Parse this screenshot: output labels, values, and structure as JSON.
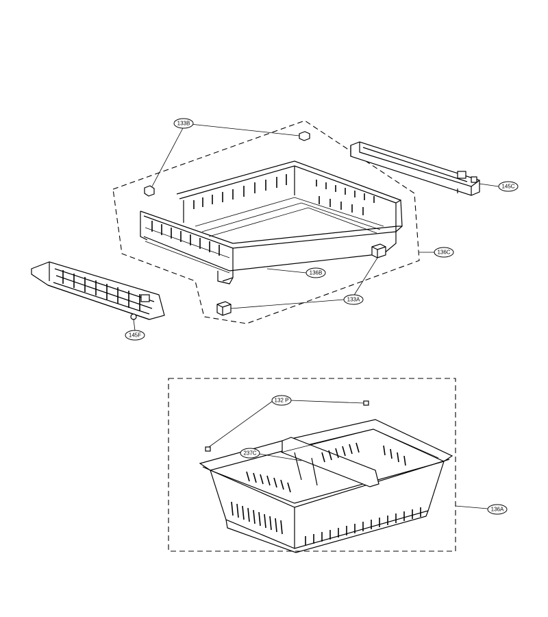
{
  "labels": {
    "l133B": "133B",
    "l145C": "145C",
    "l136C": "136C",
    "l136B": "136B",
    "l133A": "133A",
    "l145F": "145F",
    "l132P": "132 P",
    "l237C": "237C",
    "l136A": "136A"
  }
}
